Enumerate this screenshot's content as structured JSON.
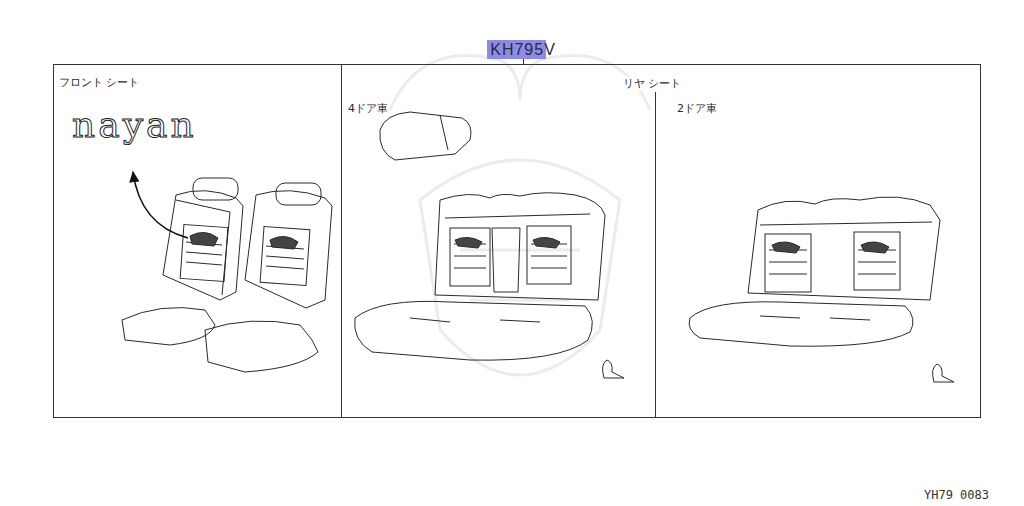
{
  "diagram": {
    "nodes": [
      {
        "text": [
          "KH795V"
        ]
      },
      {
        "text": [
          "フロント シート"
        ]
      },
      {
        "text": [
          "4ドア車"
        ]
      },
      {
        "text": [
          "2ドア車"
        ]
      }
    ],
    "edges": [
      {
        "from": 0,
        "to": 2,
        "arrow": "none"
      }
    ],
    "labels": [
      "リヤ シート",
      "nayan",
      "YH79 0083"
    ]
  }
}
